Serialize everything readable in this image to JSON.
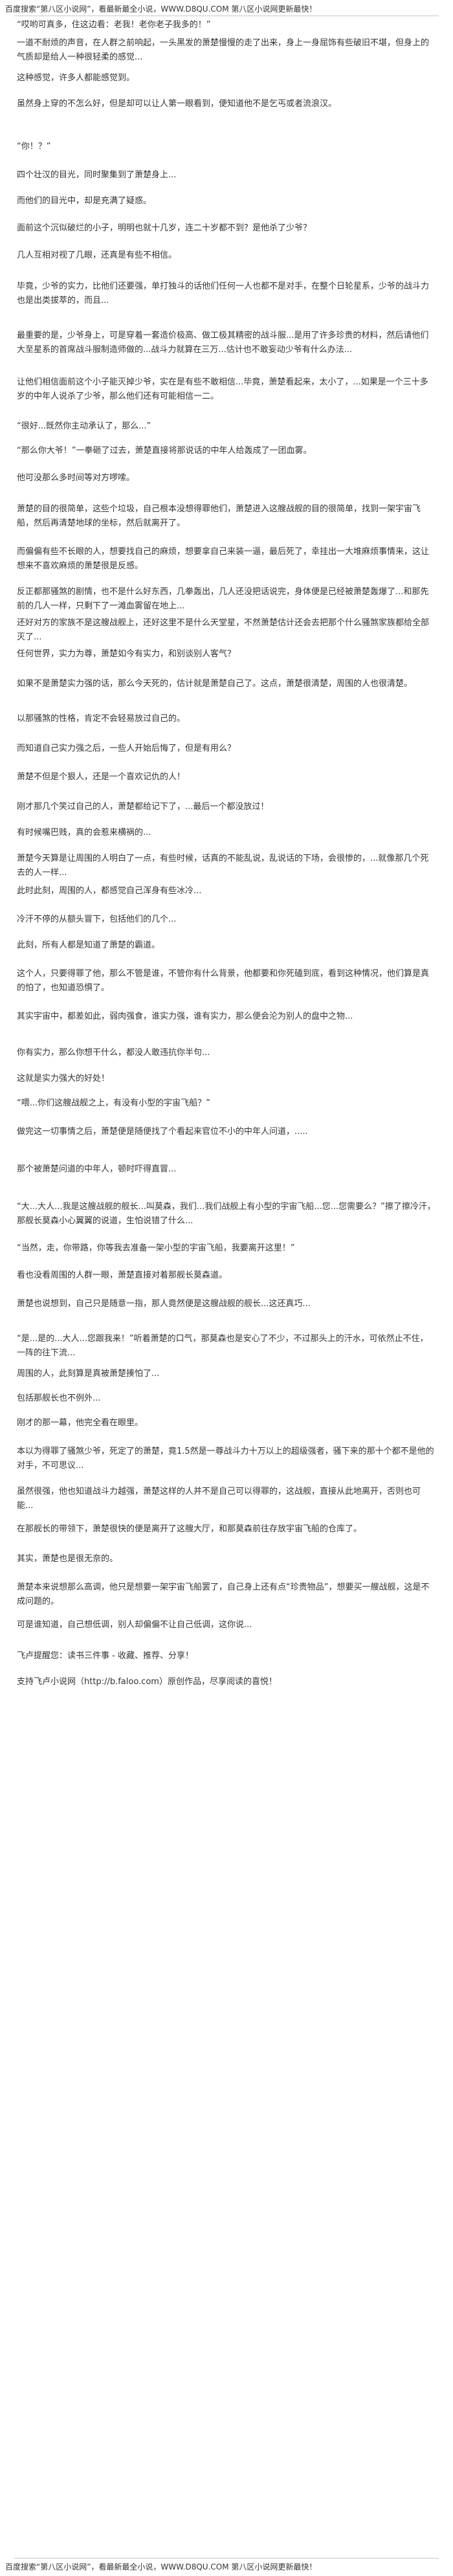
{
  "banner_top": "百度搜索“第八区小说网”，看最新最全小说，WWW.D8QU.COM 第八区小说网更新最快！",
  "banner_bottom": "百度搜索“第八区小说网”，看最新最全小说，WWW.D8QU.COM 第八区小说网更新最快！",
  "paragraphs": [
    {
      "lines": [
        "“哎哟可真多，住这边看：老我！老你老子我多的！”"
      ]
    },
    {
      "lines": [
        "一道不耐烦的声音，在人群之前响起，一头黑发的萧楚慢慢的走了出来，身上一身屈饰有些破旧不堪，但身上的气质却是给人一种很轻柔的感觉..."
      ]
    },
    {
      "lines": [
        "这种感觉，许多人都能感觉到。"
      ]
    },
    {
      "lines": [
        "虽然身上穿的不怎么好，但是却可以让人第一眼看到，便知道他不是乞丐或者流浪汉。"
      ]
    },
    {
      "lines": [
        "“你！？”"
      ]
    },
    {
      "lines": [
        "四个壮汉的目光，同时聚集到了萧楚身上..."
      ]
    },
    {
      "lines": [
        "而他们的目光中，却是充满了疑惑。"
      ]
    },
    {
      "lines": [
        "面前这个沉似破烂的小子，明明也就十几岁，连二十岁都不到？是他杀了少爷？"
      ]
    },
    {
      "lines": [
        "几人互相对视了几眼，还真是有些不相信。"
      ]
    },
    {
      "lines": [
        "毕竟，少爷的实力，比他们还要强，单打独斗的话他们任何一人也都不是对手，在整个日轮星系，少爷的战斗力也是出类拔萃的，而且..."
      ]
    },
    {
      "lines": [
        "最重要的是，少爷身上，可是穿着一套造价极高、做工极其精密的战斗服...是用了许多珍贵的材料，然后请他们大至星系的首席战斗服制造师做的...战斗力就算在三万...估计也不敢妄动少爷有什么办法..."
      ]
    },
    {
      "lines": [
        "让他们相信面前这个小子能灭掉少爷，实在是有些不敢相信...毕竟，萧楚看起来，太小了，...如果是一个三十多岁的中年人说杀了少爷，那么他们还有可能相信一二。"
      ]
    },
    {
      "lines": [
        "“很好...既然你主动承认了，那么...”"
      ]
    },
    {
      "lines": [
        "“那么你大爷！”一拳砸了过去，萧楚直接将那说话的中年人给轰成了一团血雾。"
      ]
    },
    {
      "lines": [
        "他可没那么多时间等对方啰嗦。"
      ]
    },
    {
      "lines": [
        "萧楚的目的很简单，这些个垃圾，自己根本没想得罪他们，萧楚进入这艘战舰的目的很简单，找到一架宇宙飞船，然后再清楚地球的坐标，然后就离开了。"
      ]
    },
    {
      "lines": [
        "而偏偏有些不长眼的人，想要找自己的麻烦，想要拿自己来装一逼，最后死了，幸挂出一大堆麻烦事情来，这让想来不喜欢麻烦的萧楚很是反感。"
      ]
    },
    {
      "lines": [
        "反正都那骚煞的剧情，也不是什么好东西，几拳轰出，几人还没把话说完，身体便是已经被萧楚轰爆了...和那先前的几人一样，只剩下了一滩血雾留在地上..."
      ]
    },
    {
      "lines": [
        "还好对方的家族不是这艘战舰上，还好这里不是什么天堂星，不然萧楚估计还会去把那个什么骚煞家族都给全部灭了..."
      ]
    },
    {
      "lines": [
        "任何世界，实力为尊，萧楚如今有实力，和别谈别人客气？"
      ]
    },
    {
      "lines": [
        "如果不是萧楚实力强的话，那么今天死的，估计就是萧楚自己了。这点，萧楚很清楚，周围的人也很清楚。"
      ]
    },
    {
      "lines": [
        "以那骚煞的性格，肯定不会轻易放过自己的。"
      ]
    },
    {
      "lines": [
        "而知道自己实力强之后，一些人开始后悔了，但是有用么？"
      ]
    },
    {
      "lines": [
        "萧楚不但是个狠人，还是一个喜欢记仇的人！"
      ]
    },
    {
      "lines": [
        "刚才那几个笑过自己的人，萧楚都给记下了，...最后一个都没放过！"
      ]
    },
    {
      "lines": [
        "有时候嘴巴贱，真的会惹来横祸的..."
      ]
    },
    {
      "lines": [
        "萧楚今天算是让周围的人明白了一点，有些时候，话真的不能乱说，乱说话的下场，会很惨的，...就像那几个死去的人一样..."
      ]
    },
    {
      "lines": [
        "此时此刻，周围的人，都感觉自己浑身有些冰冷..."
      ]
    },
    {
      "lines": [
        "冷汗不停的从额头冒下，包括他们的几个..."
      ]
    },
    {
      "lines": [
        "此刻，所有人都是知道了萧楚的霸道。"
      ]
    },
    {
      "lines": [
        "这个人，只要得罪了他，那么不管是谁，不管你有什么背景，他都要和你死磕到底，看到这种情况，他们算是真的怕了，也知道恐惧了。"
      ]
    },
    {
      "lines": [
        "其实宇宙中，都差如此，弱肉强食，谁实力强，谁有实力，那么便会沦为别人的盘中之物..."
      ]
    },
    {
      "lines": [
        "你有实力，那么你想干什么，都没人敢违抗你半句..."
      ]
    },
    {
      "lines": [
        "这就是实力强大的好处！"
      ]
    },
    {
      "lines": [
        "“喂...你们这艘战舰之上，有没有小型的宇宙飞船？”"
      ]
    },
    {
      "lines": [
        "做完这一切事情之后，萧楚便是随便找了个看起来官位不小的中年人问道，....."
      ]
    },
    {
      "lines": [
        "那个被萧楚问道的中年人，顿时吓得直冒..."
      ]
    },
    {
      "lines": [
        "“大...大人...我是这艘战舰的舰长...叫莫森，我们...我们战舰上有小型的宇宙飞船...您...您需要么？”擦了擦冷汗，那舰长莫森小心翼翼的说道，生怕说错了什么..."
      ]
    },
    {
      "lines": [
        "“当然，走，你带路，你等我去准备一架小型的宇宙飞船，我要离开这里！”"
      ]
    },
    {
      "lines": [
        "看也没看周围的人群一眼，萧楚直接对着那舰长莫森道。"
      ]
    },
    {
      "lines": [
        "萧楚也说想到，自己只是随意一指，那人竟然便是这艘战舰的舰长...这还真巧..."
      ]
    },
    {
      "lines": [
        "“是...是的...大人...您跟我来！”听着萧楚的口气，那莫森也是安心了不少，不过那头上的汗水，可依然止不住，一阵的往下流..."
      ]
    },
    {
      "lines": [
        "周围的人，此刻算是真被萧楚揍怕了..."
      ]
    },
    {
      "lines": [
        "包括那舰长也不例外..."
      ]
    },
    {
      "lines": [
        "刚才的那一幕，他完全看在眼里。"
      ]
    },
    {
      "lines": [
        "本以为得罪了骚煞少爷，死定了的萧楚，竟1.5然是一尊战斗力十万以上的超级强者，骚下来的那十个都不是他的对手，不可思议..."
      ]
    },
    {
      "lines": [
        "虽然很强，他也知道战斗力越强，萧楚这样的人并不是自己可以得罪的，这战舰，直接从此地离开，否则也可能..."
      ]
    },
    {
      "lines": [
        "在那舰长的带领下，萧楚很快的便是离开了这艘大厅，和那莫森前往存放宇宙飞船的仓库了。"
      ]
    },
    {
      "lines": [
        "其实，萧楚也是很无奈的。"
      ]
    },
    {
      "lines": [
        "萧楚本来说想那么高调，他只是想要一架宇宙飞船罢了，自己身上还有点“珍贵物品”，想要买一艘战舰，这是不成问题的。"
      ]
    },
    {
      "lines": [
        "可是谁知道，自己想低调，别人却偏偏不让自己低调，这你说..."
      ]
    },
    {
      "lines": [
        "飞卢提醒您：读书三件事 - 收藏、推荐、分享！"
      ]
    },
    {
      "lines": [
        "支持飞卢小说网（http://b.faloo.com）原创作品，尽享阅读的喜悦！"
      ]
    }
  ]
}
